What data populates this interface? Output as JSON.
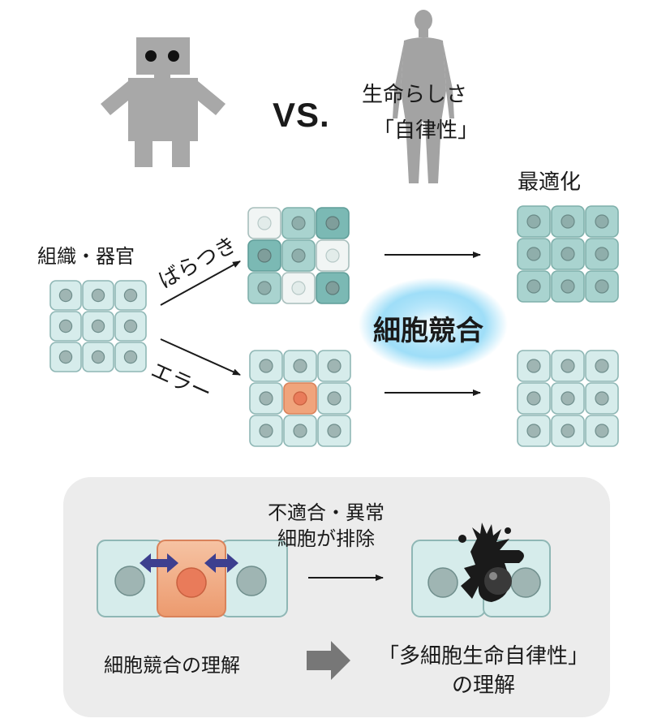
{
  "top": {
    "vs_label": "VS.",
    "life_line1": "生命らしさ",
    "life_line2": "「自律性」"
  },
  "middle": {
    "tissue_label": "組織・器官",
    "variation_label": "ばらつき",
    "error_label": "エラー",
    "optimization_label": "最適化",
    "center_label": "細胞競合"
  },
  "bottom": {
    "elimination_line1": "不適合・異常",
    "elimination_line2": "細胞が排除",
    "understanding_left": "細胞競合の理解",
    "understanding_right_line1": "「多細胞生命自律性」",
    "understanding_right_line2": "の理解"
  },
  "colors": {
    "cell_light": "#d6eceb",
    "cell_border": "#8fb7b5",
    "cell_teal": "#7bb9b4",
    "nucleus": "#8fa8a6",
    "abnormal_cell": "#f0a47c",
    "robot_gray": "#a8a8a8",
    "glow_blue": "#7fd3f5",
    "panel_bg": "#ececec",
    "arrow_purple": "#3d3f8f"
  }
}
